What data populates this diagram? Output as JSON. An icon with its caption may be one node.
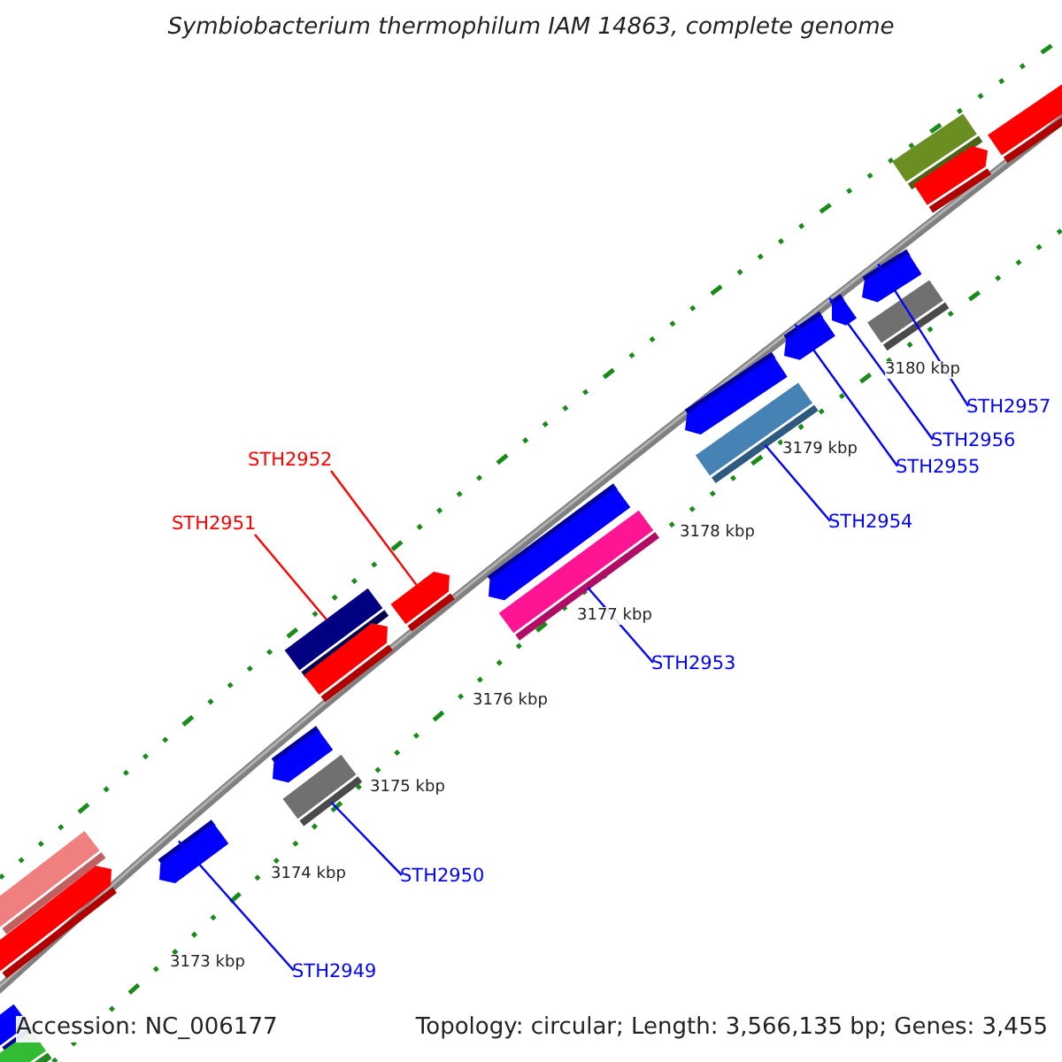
{
  "diagram": {
    "title": "Symbiobacterium thermophilum IAM 14863, complete genome",
    "nodes": [
      {
        "text": [
          "STH2952"
        ]
      },
      {
        "text": [
          "STH2951"
        ]
      },
      {
        "text": [
          "STH2957"
        ]
      },
      {
        "text": [
          "STH2956"
        ]
      },
      {
        "text": [
          "STH2955"
        ]
      },
      {
        "text": [
          "STH2954"
        ]
      },
      {
        "text": [
          "STH2953"
        ]
      },
      {
        "text": [
          "STH2950"
        ]
      },
      {
        "text": [
          "STH2949"
        ]
      },
      {
        "text": [],
        "shape": "bar"
      },
      {
        "text": [],
        "shape": "bar"
      },
      {
        "text": [],
        "shape": "bar"
      },
      {
        "text": [],
        "shape": "bar"
      },
      {
        "text": [],
        "shape": "bar"
      },
      {
        "text": [],
        "shape": "bar"
      },
      {
        "text": [],
        "shape": "bar"
      },
      {
        "text": [],
        "shape": "bar"
      },
      {
        "text": [],
        "shape": "bar"
      },
      {
        "text": [],
        "shape": "bar"
      },
      {
        "text": [],
        "shape": "bar"
      },
      {
        "text": [],
        "shape": "bar"
      },
      {
        "text": [],
        "shape": "bar"
      },
      {
        "text": [],
        "shape": "bar"
      },
      {
        "text": [],
        "shape": "bar"
      },
      {
        "text": [],
        "shape": "bar"
      },
      {
        "text": [],
        "shape": "bar"
      },
      {
        "text": [],
        "shape": "bar"
      },
      {
        "text": [],
        "shape": "bar"
      },
      {
        "text": [],
        "shape": "bar"
      },
      {
        "text": [],
        "shape": "bar"
      }
    ],
    "edges": [
      {
        "from": 0,
        "to": 22,
        "arrow": "none",
        "color": "#ff0000"
      },
      {
        "from": 1,
        "to": 20,
        "arrow": "none",
        "color": "#ff0000"
      },
      {
        "from": 2,
        "to": 12,
        "arrow": "none"
      },
      {
        "from": 3,
        "to": 13,
        "arrow": "none"
      },
      {
        "from": 4,
        "to": 14,
        "arrow": "none"
      },
      {
        "from": 5,
        "to": 17,
        "arrow": "none"
      },
      {
        "from": 6,
        "to": 19,
        "arrow": "none"
      },
      {
        "from": 7,
        "to": 24,
        "arrow": "none"
      },
      {
        "from": 8,
        "to": 25,
        "arrow": "none"
      }
    ],
    "labels": [
      "3180 kbp",
      "3179 kbp",
      "3178 kbp",
      "3177 kbp",
      "3176 kbp",
      "3175 kbp",
      "3174 kbp",
      "3173 kbp",
      "Accession: NC_006177",
      "Topology: circular; Length: 3,566,135 bp; Genes: 3,455"
    ]
  }
}
